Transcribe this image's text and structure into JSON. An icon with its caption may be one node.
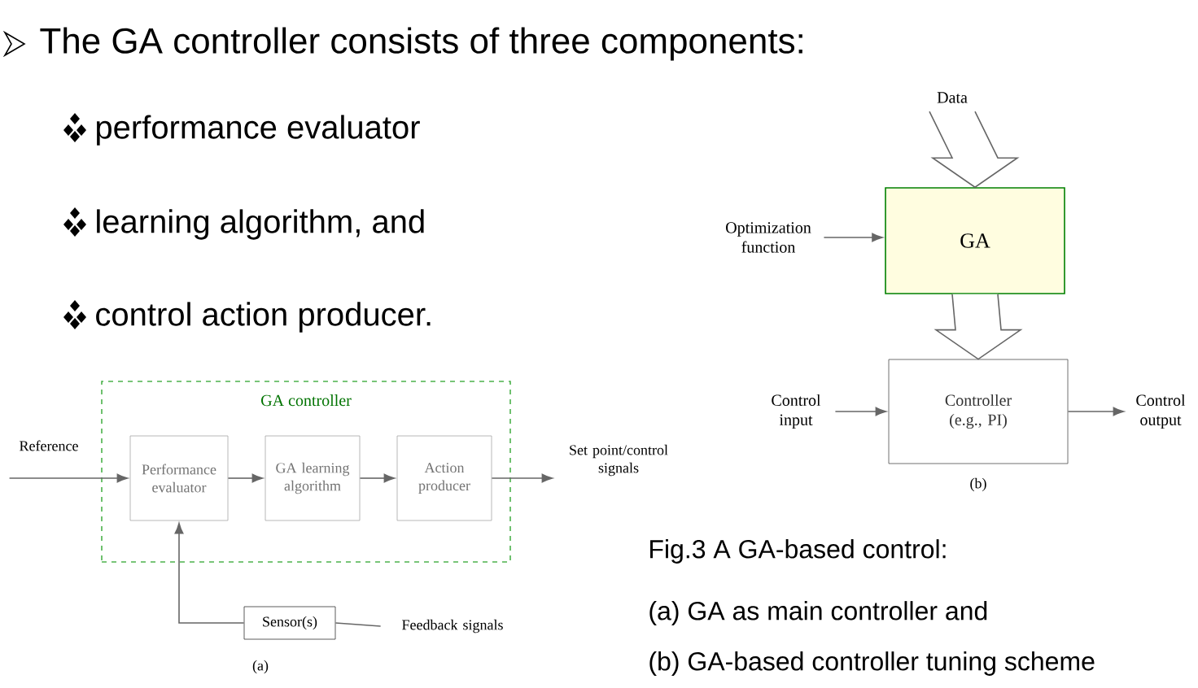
{
  "diagram": {
    "title": "The GA controller consists of three components:",
    "caption": "Fig.3 A GA-based control:",
    "nodes": [
      {
        "text": [
          "GA controller"
        ]
      },
      {
        "text": [
          "Performance evaluator"
        ],
        "in": 0
      },
      {
        "text": [
          "GA learning algorithm"
        ],
        "in": 0
      },
      {
        "text": [
          "Action producer"
        ],
        "in": 0
      },
      {
        "text": [
          "Reference"
        ]
      },
      {
        "text": [
          "Set point/control signals"
        ]
      },
      {
        "text": [
          "Sensor(s)"
        ]
      },
      {
        "text": [
          "Feedback signals"
        ]
      },
      {
        "text": [
          "Data"
        ]
      },
      {
        "text": [
          "GA"
        ]
      },
      {
        "text": [
          "Optimization function"
        ]
      },
      {
        "text": [
          "Controller (e.g., PI)"
        ]
      },
      {
        "text": [
          "Control input"
        ]
      },
      {
        "text": [
          "Control output"
        ]
      }
    ],
    "edges": [
      {
        "from": 4,
        "to": 1,
        "arrow": "to"
      },
      {
        "from": 1,
        "to": 2,
        "arrow": "to"
      },
      {
        "from": 2,
        "to": 3,
        "arrow": "to"
      },
      {
        "from": 3,
        "to": 5,
        "arrow": "to"
      },
      {
        "from": 7,
        "to": 6,
        "arrow": "none"
      },
      {
        "from": 6,
        "to": 1,
        "arrow": "to"
      },
      {
        "from": 8,
        "to": 9,
        "arrow": "to",
        "style": "thick"
      },
      {
        "from": 10,
        "to": 9,
        "arrow": "to"
      },
      {
        "from": 9,
        "to": 11,
        "arrow": "to",
        "style": "thick"
      },
      {
        "from": 12,
        "to": 11,
        "arrow": "to"
      },
      {
        "from": 11,
        "to": 13,
        "arrow": "to"
      }
    ],
    "labels": [
      "performance evaluator",
      "learning algorithm, and",
      "control action producer.",
      "(a)",
      "(b)",
      "(a) GA as main controller and",
      "(b) GA-based controller tuning scheme"
    ]
  }
}
